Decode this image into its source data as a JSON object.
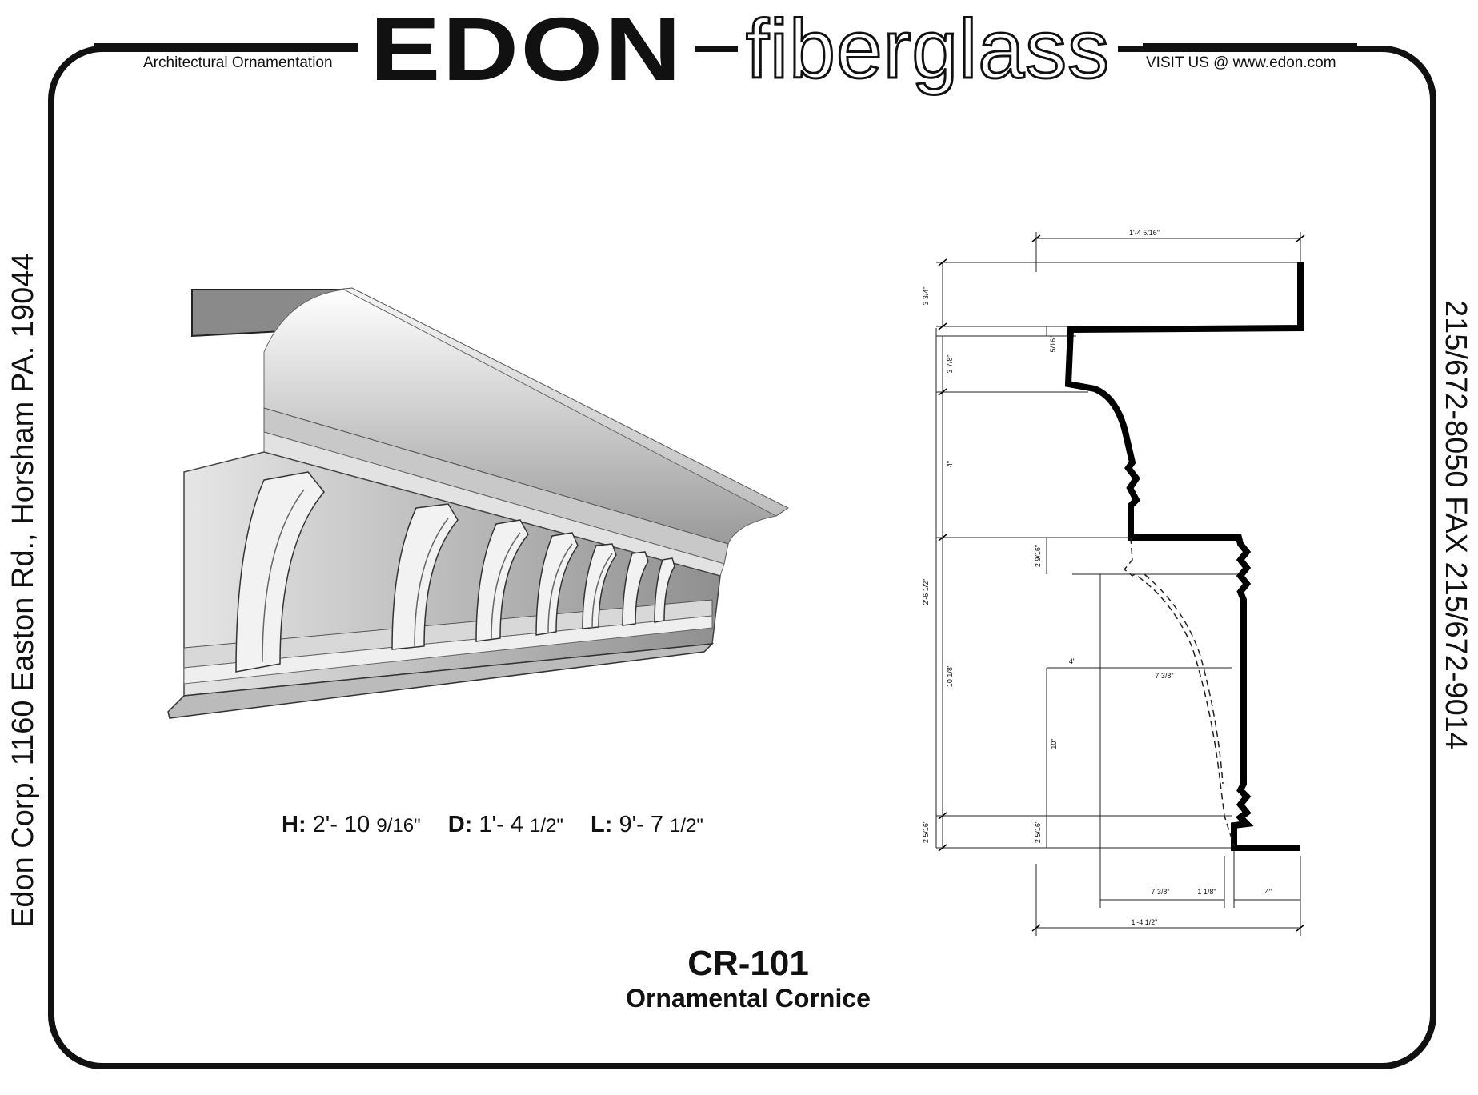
{
  "header": {
    "tagline": "Architectural Ornamentation",
    "brand_bold": "EDON",
    "brand_outline": "fiberglass",
    "visit": "VISIT US @ www.edon.com"
  },
  "sidebar_left": {
    "address": "Edon Corp.  1160 Easton Rd., Horsham PA. 19044"
  },
  "sidebar_right": {
    "phone_fax": "215/672-8050  FAX 215/672-9014"
  },
  "product": {
    "dimensions": {
      "h_label": "H:",
      "h_main": "2'- 10",
      "h_frac": "9/16\"",
      "d_label": "D:",
      "d_main": "1'- 4",
      "d_frac": "1/2\"",
      "l_label": "L:",
      "l_main": "9'- 7",
      "l_frac": "1/2\""
    },
    "code": "CR-101",
    "name": "Ornamental Cornice"
  },
  "drawing": {
    "top_width": "1'-4 5/16\"",
    "bottom_width": "1'-4 1/2\"",
    "overall_height": "2'-6 1/2\"",
    "dim_3_3_4": "3 3/4\"",
    "dim_3_7_8": "3 7/8\"",
    "dim_5_16": "5/16\"",
    "dim_4_vert": "4\"",
    "dim_10_1_8": "10 1/8\"",
    "dim_2_5_16_left": "2 5/16\"",
    "dim_2_9_16": "2 9/16\"",
    "dim_10": "10\"",
    "dim_2_5_16_inner": "2 5/16\"",
    "dim_4_horiz": "4\"",
    "dim_7_3_8_mid": "7 3/8\"",
    "dim_7_3_8_bottom": "7 3/8\"",
    "dim_1_1_8": "1 1/8\"",
    "dim_4_bottom": "4\""
  }
}
